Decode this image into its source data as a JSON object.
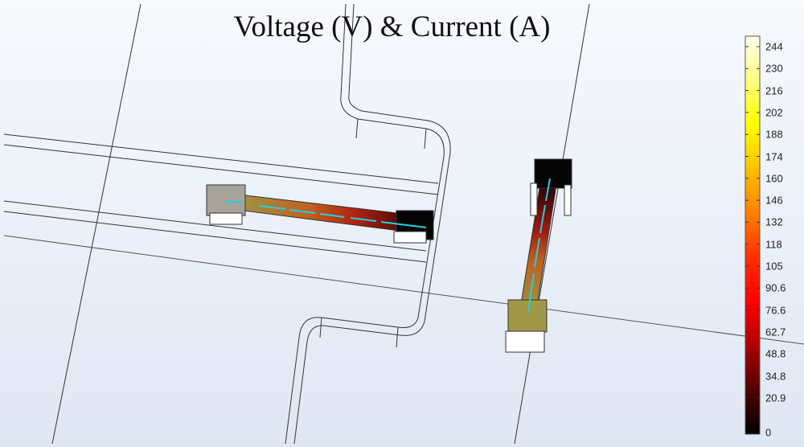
{
  "title": "Voltage (V) & Current (A)",
  "colorbar": {
    "labels": [
      "244",
      "230",
      "216",
      "202",
      "188",
      "174",
      "160",
      "146",
      "132",
      "118",
      "105",
      "90.6",
      "76.6",
      "62.7",
      "48.8",
      "34.8",
      "20.9",
      "0"
    ],
    "stops": [
      "#fffff0",
      "#ffff80",
      "#ffff00",
      "#ffc000",
      "#ff8000",
      "#ff3000",
      "#ff0000",
      "#b00000",
      "#500000",
      "#000000"
    ]
  },
  "colors": {
    "background": "#e8eef8",
    "arrow": "#20d0e0"
  }
}
